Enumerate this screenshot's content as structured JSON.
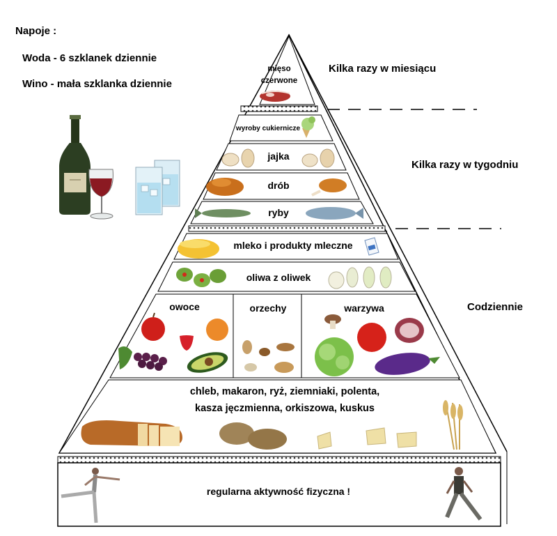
{
  "drinks": {
    "title": "Napoje :",
    "water": "Woda - 6 szklanek dziennie",
    "wine": "Wino - mała szklanka dziennie"
  },
  "frequencies": {
    "monthly": "Kilka razy w miesiącu",
    "weekly": "Kilka razy w tygodniu",
    "daily": "Codziennie"
  },
  "tiers": {
    "red_meat_line1": "mięso",
    "red_meat_line2": "czerwone",
    "sweets": "wyroby cukiernicze",
    "eggs": "jajka",
    "poultry": "drób",
    "fish": "ryby",
    "dairy": "mleko i produkty mleczne",
    "olive_oil": "oliwa z oliwek",
    "fruit": "owoce",
    "nuts": "orzechy",
    "vegetables": "warzywa",
    "grains_line1": "chleb, makaron, ryż, ziemniaki, polenta,",
    "grains_line2": "kasza jęczmienna, orkiszowa, kuskus",
    "activity": "regularna aktywność fizyczna !"
  }
}
